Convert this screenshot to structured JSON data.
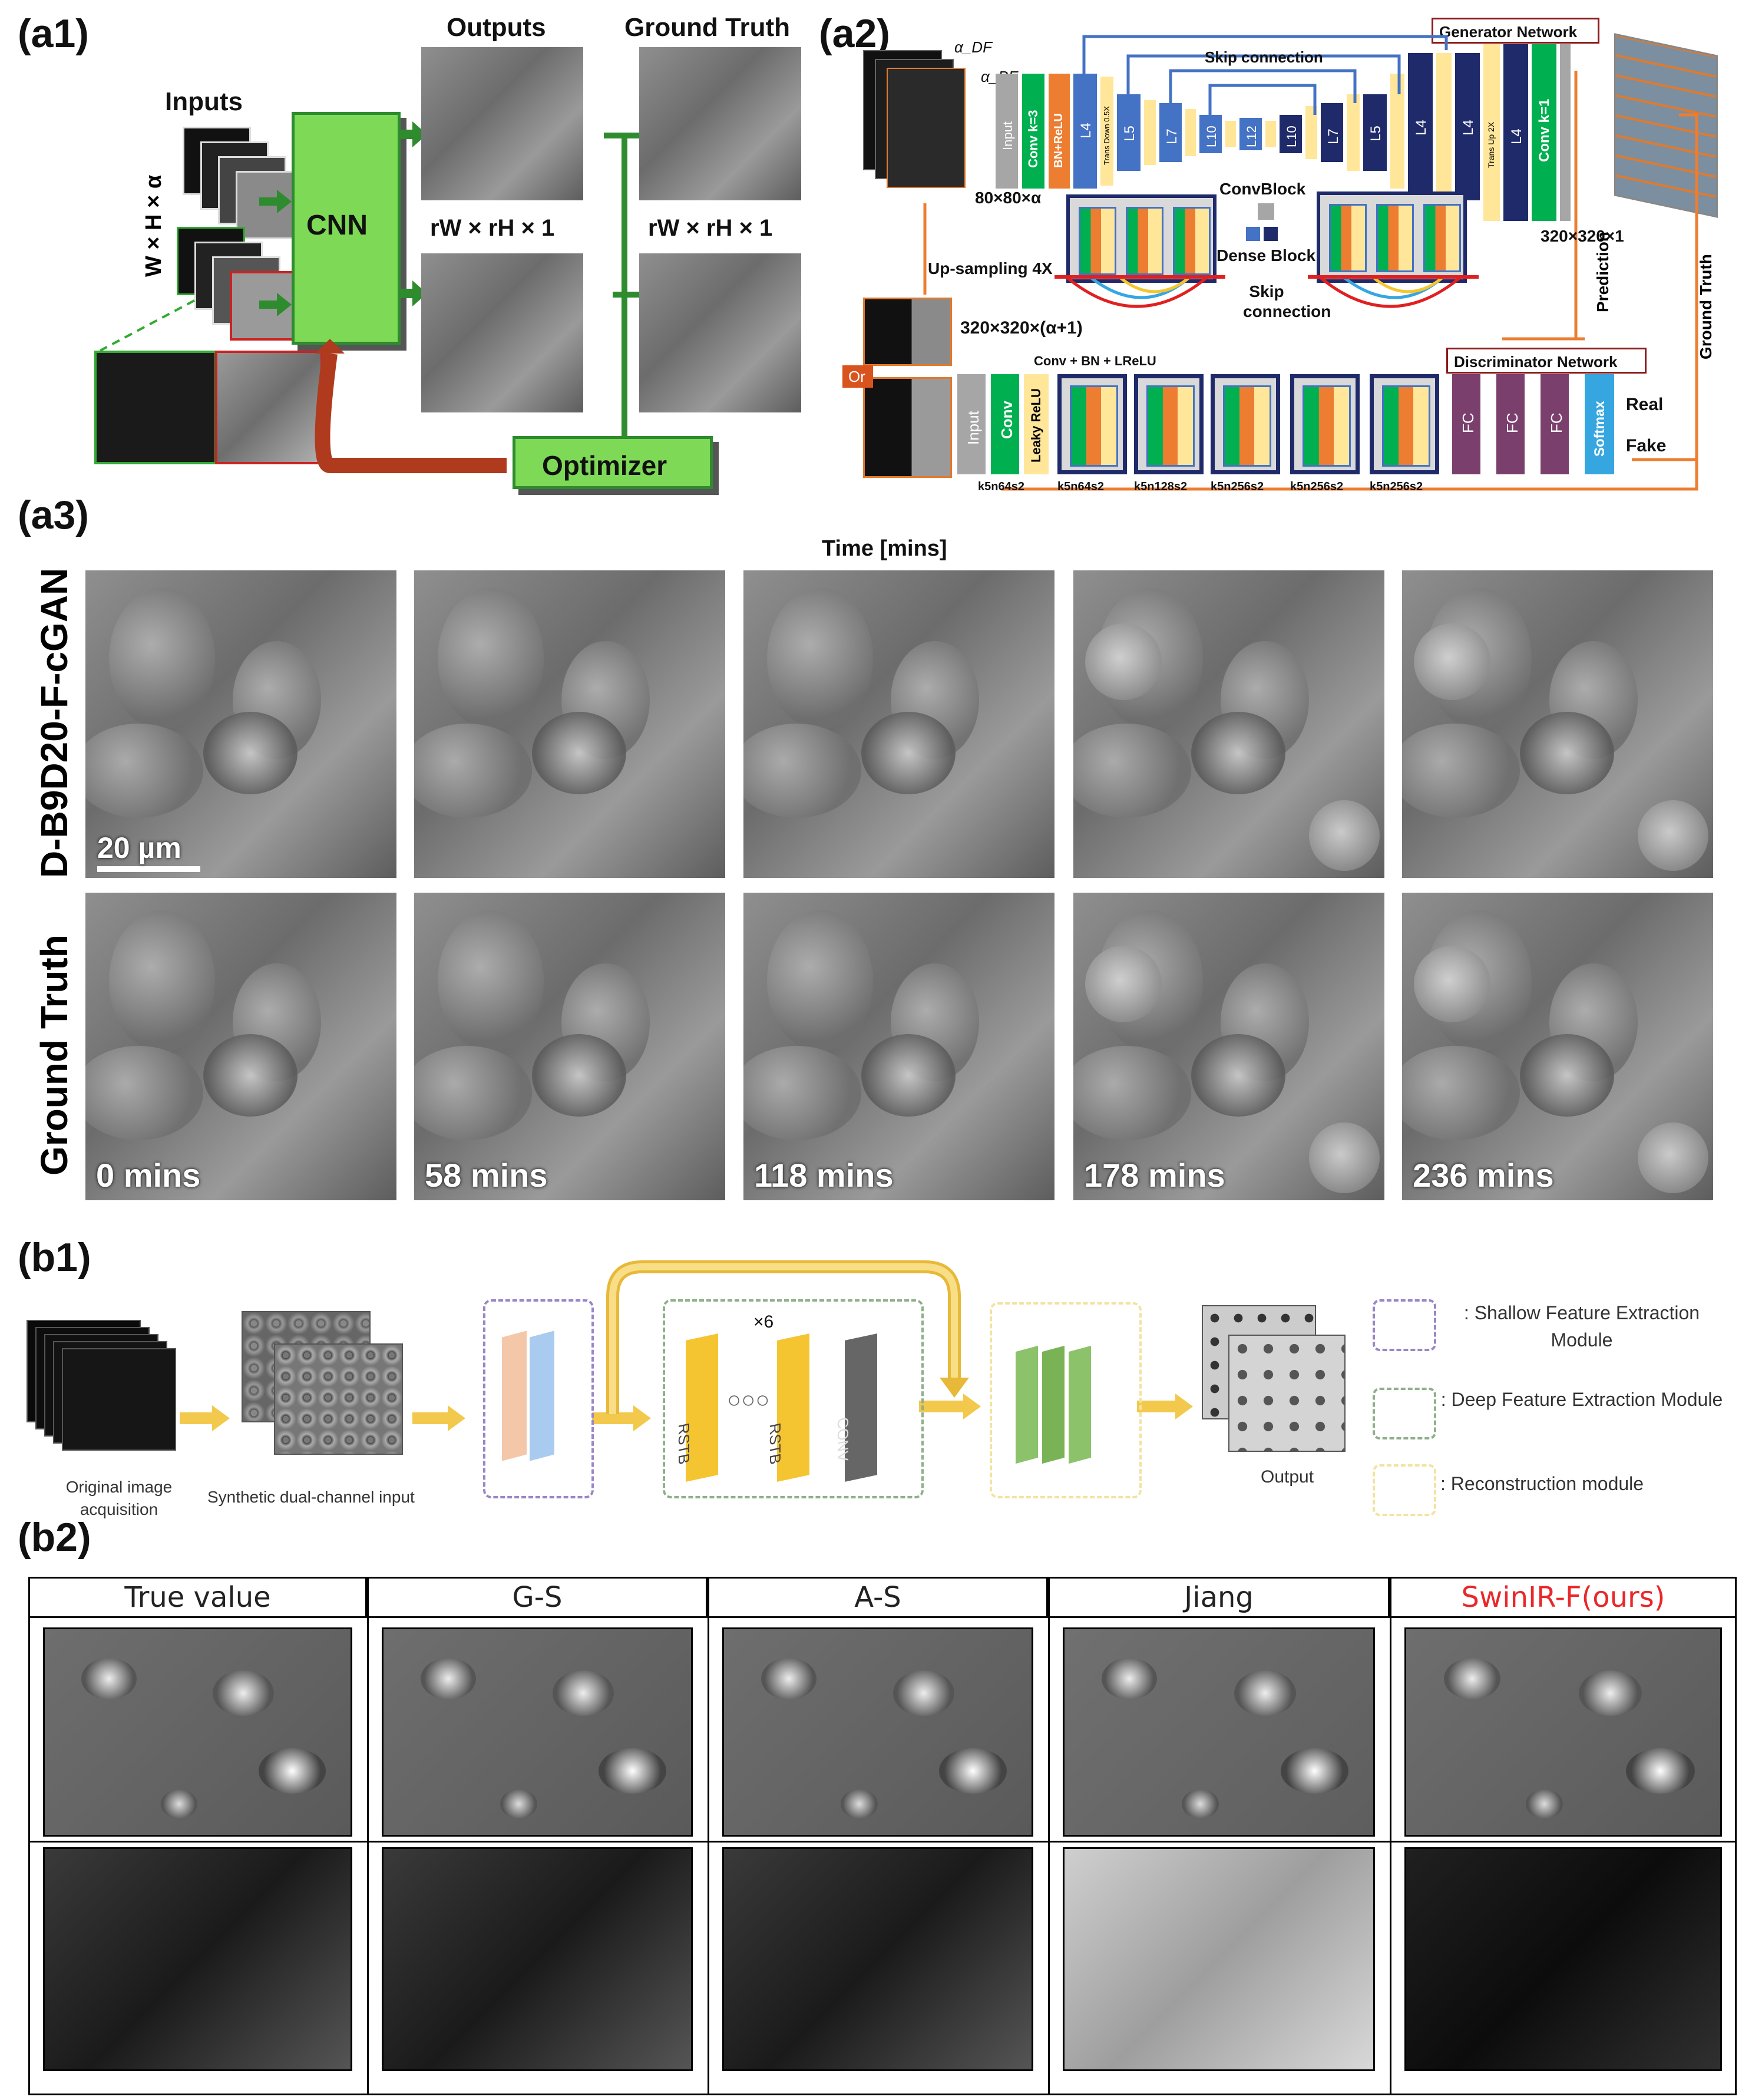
{
  "panels": {
    "a1": "(a1)",
    "a2": "(a2)",
    "a3": "(a3)",
    "b1": "(b1)",
    "b2": "(b2)"
  },
  "a1": {
    "inputs": "Inputs",
    "dims": "W × H × α",
    "cnn": "CNN",
    "outputs": "Outputs",
    "ground_truth": "Ground Truth",
    "out_dim": "rW × rH × 1",
    "gt_dim": "rW × rH × 1",
    "optimizer": "Optimizer"
  },
  "a2": {
    "generator": "Generator Network",
    "skip": "Skip connection",
    "alpha_df": "α_DF",
    "alpha_bf": "α_BF",
    "in_dim": "80×80×α",
    "input": "Input",
    "conv_k3": "Conv k=3",
    "bn_relu": "BN+ReLU",
    "trans_down": "Trans Down 0.5X",
    "trans_up": "Trans Up 2X",
    "conv_k1": "Conv k=1",
    "gen_blocks": [
      "L4",
      "L5",
      "L7",
      "L10",
      "L12",
      "L10",
      "L7",
      "L5",
      "L4",
      "L4",
      "L4"
    ],
    "convblock": "ConvBlock",
    "denseblock": "Dense Block",
    "skip_conn": "Skip connection",
    "out_dim": "320×320×1",
    "upsampling": "Up-sampling 4X",
    "disc_in_dim": "320×320×(α+1)",
    "or": "Or",
    "prediction": "Prediction",
    "ground_truth": "Ground Truth",
    "discriminator": "Discriminator Network",
    "conv_bn_lrelu": "Conv + BN + LReLU",
    "conv": "Conv",
    "leaky": "Leaky ReLU",
    "fc": "FC",
    "softmax": "Softmax",
    "real": "Real",
    "fake": "Fake",
    "disc_labels": [
      "k5n64s2",
      "k5n64s2",
      "k5n128s2",
      "k5n256s2",
      "k5n256s2",
      "k5n256s2"
    ]
  },
  "a3": {
    "time_title": "Time [mins]",
    "row1_label": "D-B9D20-F-cGAN",
    "row2_label": "Ground Truth",
    "scale": "20 µm",
    "times": [
      "0 mins",
      "58 mins",
      "118 mins",
      "178 mins",
      "236 mins"
    ]
  },
  "b1": {
    "orig": "Original image acquisition",
    "synthetic": "Synthetic dual-channel input",
    "x6": "×6",
    "rstb1": "RSTB",
    "rstb2": "RSTB",
    "conv": "CONV",
    "output": "Output",
    "legend": [
      ": Shallow Feature Extraction Module",
      ": Deep Feature Extraction Module",
      ": Reconstruction module"
    ],
    "legend_colors": [
      "#9a86c6",
      "#8fb08a",
      "#f2e3a0"
    ]
  },
  "b2": {
    "headers": [
      "True value",
      "G-S",
      "A-S",
      "Jiang",
      "SwinIR-F(ours)"
    ],
    "ours_color": "#e8282a"
  },
  "colors": {
    "green": "#7ed957",
    "optimizer_arrow": "#b03a1e",
    "generator_blue": "#4472c4",
    "navy": "#1f2a6b",
    "yellow": "#ffe699",
    "conv_green": "#00b050",
    "orange": "#ed7d31",
    "purple": "#7b3f6e",
    "softmax": "#35a6e0",
    "rstb": "#f5c531"
  }
}
